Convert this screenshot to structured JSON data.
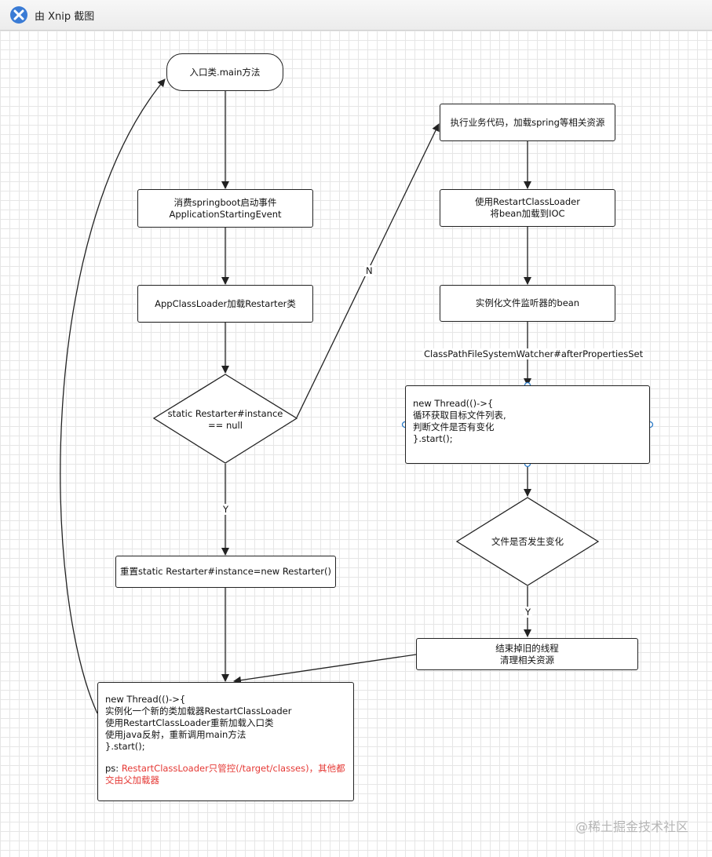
{
  "window": {
    "title": "由 Xnip 截图"
  },
  "nodes": {
    "entry": "入口类.main方法",
    "consume_event": [
      "消费springboot启动事件",
      "ApplicationStartingEvent"
    ],
    "load_restarter": "AppClassLoader加载Restarter类",
    "decision_instance": [
      "static Restarter#instance",
      "== null"
    ],
    "reset_instance": "重置static Restarter#instance=new Restarter()",
    "new_thread_main": {
      "lines": [
        "new Thread(()->{",
        "实例化一个新的类加载器RestartClassLoader",
        "使用RestartClassLoader重新加载入口类",
        "使用java反射，重新调用main方法",
        "}.start();"
      ],
      "ps_prefix": "ps: ",
      "ps_highlight_1": "RestartClassLoader只管控(/target/classes)，其他都",
      "ps_highlight_2": "交由父加载器"
    },
    "exec_business": "执行业务代码，加载spring等相关资源",
    "load_bean": [
      "使用RestartClassLoader",
      "将bean加载到IOC"
    ],
    "instantiate_watcher": "实例化文件监听器的bean",
    "watcher_label": "ClassPathFileSystemWatcher#afterPropertiesSet",
    "watch_thread": [
      "new Thread(()->{",
      "循环获取目标文件列表,",
      "判断文件是否有变化",
      "}.start();"
    ],
    "decision_changed": "文件是否发生变化",
    "end_thread": [
      "结束掉旧的线程",
      "清理相关资源"
    ]
  },
  "edges": {
    "yes_label": "Y",
    "no_label": "N"
  },
  "watermark": "@稀土掘金技术社区"
}
